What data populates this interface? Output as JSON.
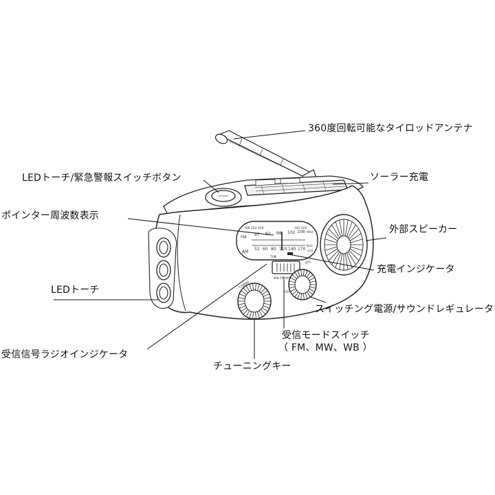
{
  "labels": {
    "antenna": "360度回転可能なタイロッドアンテナ",
    "torch_switch": "LEDトーチ/緊急警報スイッチボタン",
    "solar": "ソーラー充電",
    "pointer": "ポインター周波数表示",
    "speaker": "外部スピーカー",
    "charge_indicator": "充電インジケータ",
    "led_torch": "LEDトーチ",
    "power_switch": "スイッチング電源/サウンドレギュレータ",
    "mode_switch_line1": "受信モードスイッチ",
    "mode_switch_line2": "（ FM、MW、WB ）",
    "signal_indicator": "受信信号ラジオインジケータ",
    "tuning_key": "チューニングキー"
  },
  "dial": {
    "wb_range": "WB 162.400",
    "wb_right": "162.500",
    "fm": "FM",
    "fm_ticks": [
      "87",
      "92",
      "98",
      "102",
      "108"
    ],
    "mhz": "MHz",
    "am": "AM",
    "am_ticks": [
      "52",
      "60",
      "80",
      "110",
      "140",
      "170"
    ],
    "khz": "KHz",
    "khz_x10": "x10",
    "tun": "TUN"
  },
  "knobs": {
    "tuning": "TUNING",
    "vol": "VOL",
    "off": "OFF",
    "mode": "WB FM AM"
  },
  "colors": {
    "line": "#111111",
    "text": "#111111"
  }
}
